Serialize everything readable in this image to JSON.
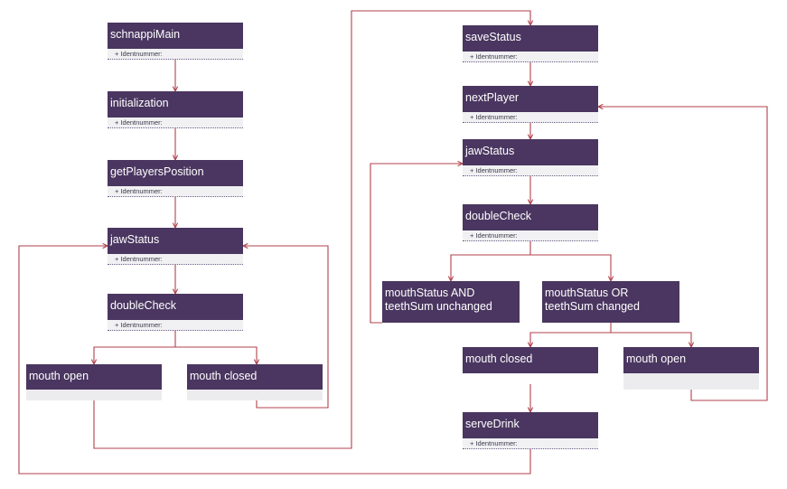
{
  "diagram": {
    "colors": {
      "node_header": "#4a3660",
      "node_body": "#f1f1f3",
      "edge": "#b0424c"
    },
    "attribute_label": "+ Identnummer:",
    "nodes": [
      {
        "id": "schnappiMain",
        "label": "schnappiMain",
        "has_attr": true
      },
      {
        "id": "initialization",
        "label": "initialization",
        "has_attr": true
      },
      {
        "id": "getPlayersPosition",
        "label": "getPlayersPosition",
        "has_attr": true
      },
      {
        "id": "jawStatus1",
        "label": "jawStatus",
        "has_attr": true
      },
      {
        "id": "doubleCheck1",
        "label": "doubleCheck",
        "has_attr": true
      },
      {
        "id": "mouthOpen1",
        "label": "mouth open",
        "has_attr": false
      },
      {
        "id": "mouthClosed1",
        "label": "mouth closed",
        "has_attr": false
      },
      {
        "id": "saveStatus",
        "label": "saveStatus",
        "has_attr": true
      },
      {
        "id": "nextPlayer",
        "label": "nextPlayer",
        "has_attr": true
      },
      {
        "id": "jawStatus2",
        "label": "jawStatus",
        "has_attr": true
      },
      {
        "id": "doubleCheck2",
        "label": "doubleCheck",
        "has_attr": true
      },
      {
        "id": "unchanged",
        "label": "mouthStatus AND\nteethSum unchanged",
        "has_attr": false
      },
      {
        "id": "changed",
        "label": "mouthStatus OR\nteethSum changed",
        "has_attr": false
      },
      {
        "id": "mouthClosed2",
        "label": "mouth closed",
        "has_attr": false
      },
      {
        "id": "mouthOpen2",
        "label": "mouth open",
        "has_attr": false
      },
      {
        "id": "serveDrink",
        "label": "serveDrink",
        "has_attr": true
      }
    ],
    "edges": [
      {
        "from": "schnappiMain",
        "to": "initialization"
      },
      {
        "from": "initialization",
        "to": "getPlayersPosition"
      },
      {
        "from": "getPlayersPosition",
        "to": "jawStatus1"
      },
      {
        "from": "jawStatus1",
        "to": "doubleCheck1"
      },
      {
        "from": "doubleCheck1",
        "to": "mouthOpen1"
      },
      {
        "from": "doubleCheck1",
        "to": "mouthClosed1"
      },
      {
        "from": "mouthClosed1",
        "to": "jawStatus1"
      },
      {
        "from": "mouthOpen1",
        "to": "saveStatus"
      },
      {
        "from": "saveStatus",
        "to": "nextPlayer"
      },
      {
        "from": "nextPlayer",
        "to": "jawStatus2"
      },
      {
        "from": "jawStatus2",
        "to": "doubleCheck2"
      },
      {
        "from": "doubleCheck2",
        "to": "unchanged"
      },
      {
        "from": "doubleCheck2",
        "to": "changed"
      },
      {
        "from": "unchanged",
        "to": "jawStatus2"
      },
      {
        "from": "changed",
        "to": "mouthClosed2"
      },
      {
        "from": "changed",
        "to": "mouthOpen2"
      },
      {
        "from": "mouthClosed2",
        "to": "serveDrink"
      },
      {
        "from": "mouthOpen2",
        "to": "nextPlayer"
      },
      {
        "from": "serveDrink",
        "to": "jawStatus1"
      }
    ]
  }
}
